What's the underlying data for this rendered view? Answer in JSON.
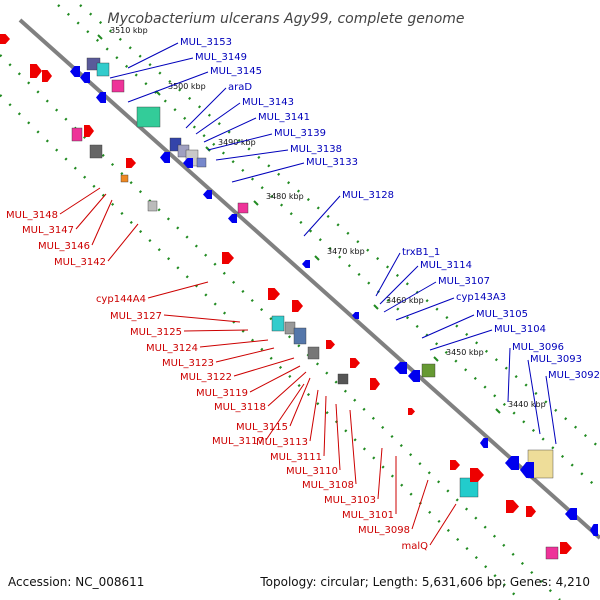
{
  "title": "Mycobacterium ulcerans Agy99, complete genome",
  "footer": {
    "accession": "Accession: NC_008611",
    "topology": "Topology: circular; Length: 5,631,606 bp; Genes: 4,210"
  },
  "colors": {
    "backbone": "#808080",
    "plus_strand_label": "#0000bb",
    "minus_strand_label": "#cc0000",
    "plus_cds": "#0000ee",
    "minus_cds": "#ee0000",
    "gc_dots": "#228b22"
  },
  "ticks": [
    {
      "label": "3510 kbp"
    },
    {
      "label": "3500 kbp"
    },
    {
      "label": "3490 kbp"
    },
    {
      "label": "3480 kbp"
    },
    {
      "label": "3470 kbp"
    },
    {
      "label": "3460 kbp"
    },
    {
      "label": "3450 kbp"
    },
    {
      "label": "3440 kbp"
    }
  ],
  "plus_labels": [
    "MUL_3153",
    "MUL_3149",
    "MUL_3145",
    "araD",
    "MUL_3143",
    "MUL_3141",
    "MUL_3139",
    "MUL_3138",
    "MUL_3133",
    "MUL_3128",
    "trxB1_1",
    "MUL_3114",
    "MUL_3107",
    "cyp143A3",
    "MUL_3105",
    "MUL_3104",
    "MUL_3096",
    "MUL_3093",
    "MUL_3092"
  ],
  "minus_labels": [
    "MUL_3148",
    "MUL_3147",
    "MUL_3146",
    "MUL_3142",
    "cyp144A4",
    "MUL_3127",
    "MUL_3125",
    "MUL_3124",
    "MUL_3123",
    "MUL_3122",
    "MUL_3119",
    "MUL_3118",
    "MUL_3115",
    "MUL_3117",
    "MUL_3113",
    "MUL_3111",
    "MUL_3110",
    "MUL_3108",
    "MUL_3103",
    "MUL_3101",
    "MUL_3098",
    "malQ"
  ]
}
